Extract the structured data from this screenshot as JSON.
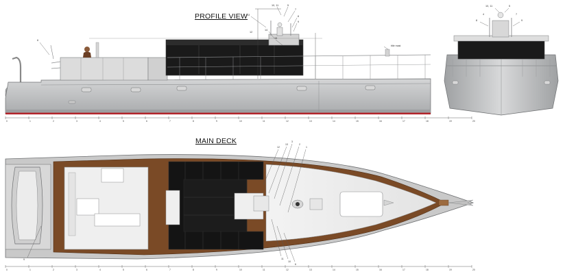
{
  "titles": {
    "profile": "PROFILE VIEW",
    "main_deck": "MAIN DECK"
  },
  "profile_callouts": {
    "top_a": "10, 11",
    "top_b": "5",
    "top_c": "7",
    "top_d": "8",
    "top_e": "9",
    "top_f": "13",
    "mid_a": "14",
    "mid_b": "15",
    "mid_c": "12",
    "left_a": "6",
    "antenna": "title mast"
  },
  "front_callouts": {
    "top_a": "10, 11",
    "top_b": "5",
    "top_c": "8",
    "top_d": "9",
    "side_a": "4",
    "side_b": "7"
  },
  "deck_callouts": {
    "c1": "12",
    "c2": "13",
    "c3": "3",
    "c4": "2",
    "c5": "1",
    "c6": "11",
    "c7": "10",
    "c8": "6",
    "c9": "9"
  },
  "ruler_profile": [
    "0",
    "1",
    "2",
    "3",
    "4",
    "5",
    "6",
    "7",
    "8",
    "9",
    "10",
    "11",
    "12",
    "13",
    "14",
    "15",
    "16",
    "17",
    "18",
    "19",
    "20"
  ],
  "ruler_deck": [
    "0",
    "1",
    "2",
    "3",
    "4",
    "5",
    "6",
    "7",
    "8",
    "9",
    "10",
    "11",
    "12",
    "13",
    "14",
    "15",
    "16",
    "17",
    "18",
    "19",
    "20"
  ],
  "colors": {
    "hull": "#bfc0c1",
    "hull_dark": "#8f9193",
    "waterline": "#b3242a",
    "teak": "#7a4a26",
    "deck_white": "#efefef",
    "cushion": "#141414",
    "glass": "#1a1a1a"
  }
}
